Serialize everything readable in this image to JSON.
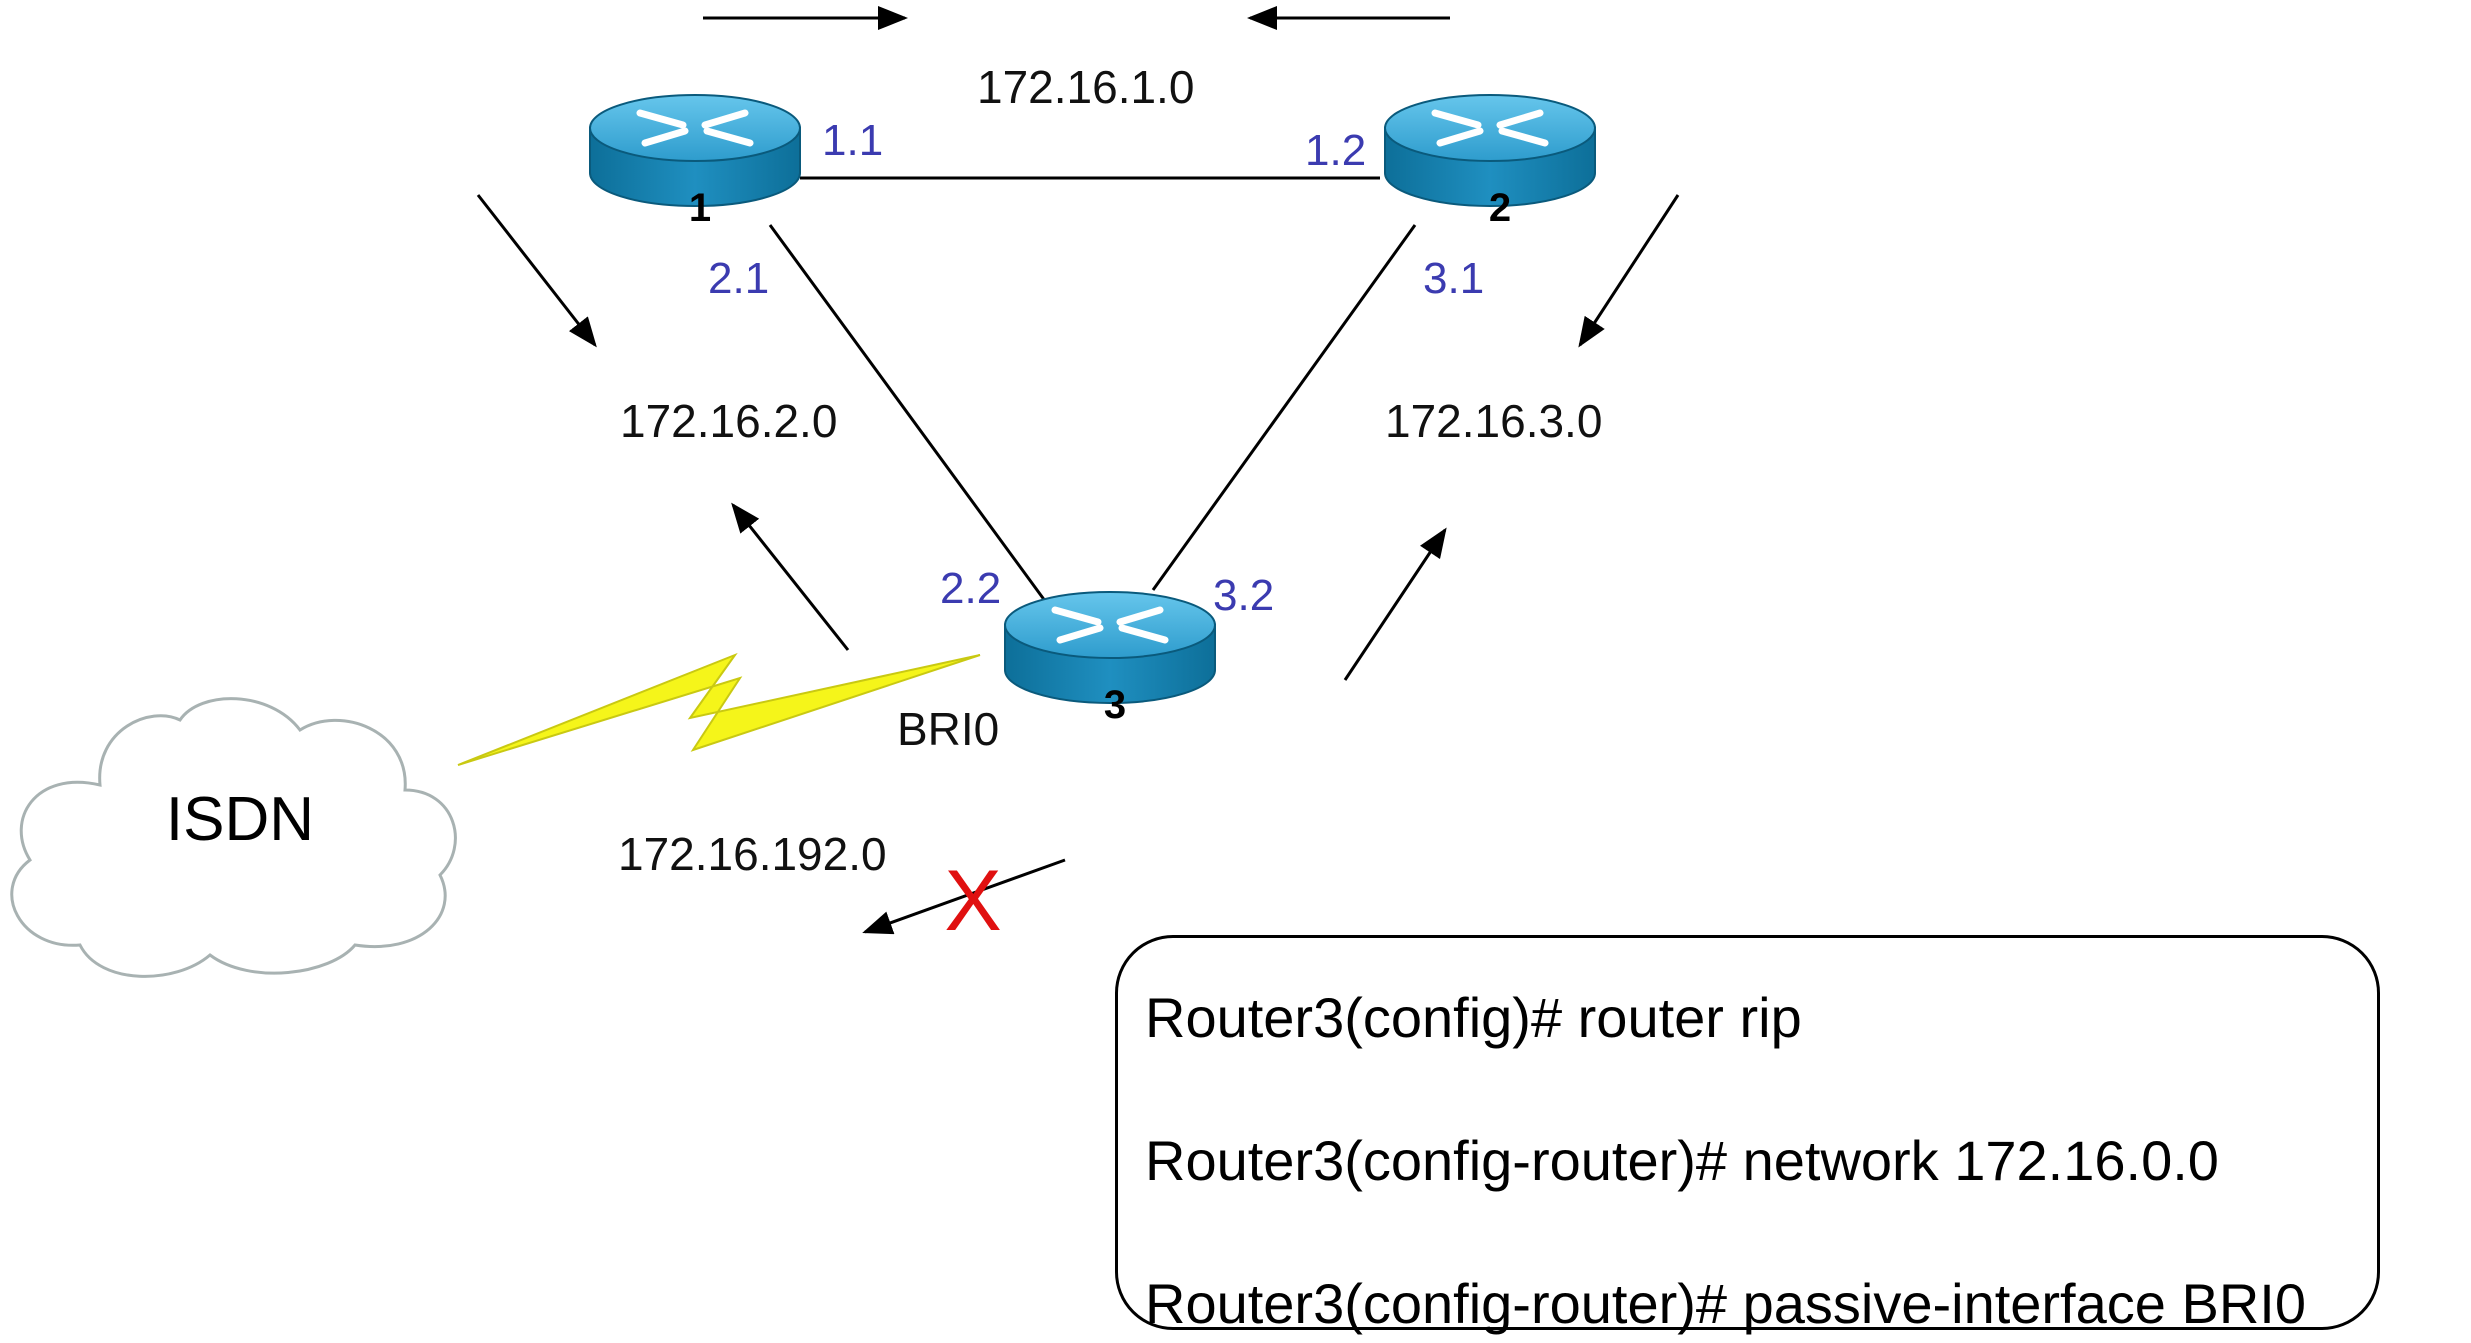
{
  "networks": {
    "net1": "172.16.1.0",
    "net2": "172.16.2.0",
    "net3": "172.16.3.0",
    "net192": "172.16.192.0"
  },
  "routers": [
    {
      "id": "1",
      "label": "1"
    },
    {
      "id": "2",
      "label": "2"
    },
    {
      "id": "3",
      "label": "3"
    }
  ],
  "interfaces": {
    "r1_net1": "1.1",
    "r2_net1": "1.2",
    "r1_net2": "2.1",
    "r2_net3": "3.1",
    "r3_net2": "2.2",
    "r3_net3": "3.2",
    "r3_bri": "BRI0"
  },
  "cloud": {
    "label": "ISDN"
  },
  "blocked_mark": "X",
  "config": {
    "lines": [
      "Router3(config)# router rip",
      "Router3(config-router)# network 172.16.0.0",
      "Router3(config-router)# passive-interface BRI0"
    ]
  },
  "colors": {
    "router_body": "#1f8fc0",
    "router_top": "#4fb6e0",
    "interface_text": "#3b3bb0",
    "isdn_link": "#f5f51a",
    "blocked": "#e01010",
    "cloud_stroke": "#a8b2b2"
  }
}
